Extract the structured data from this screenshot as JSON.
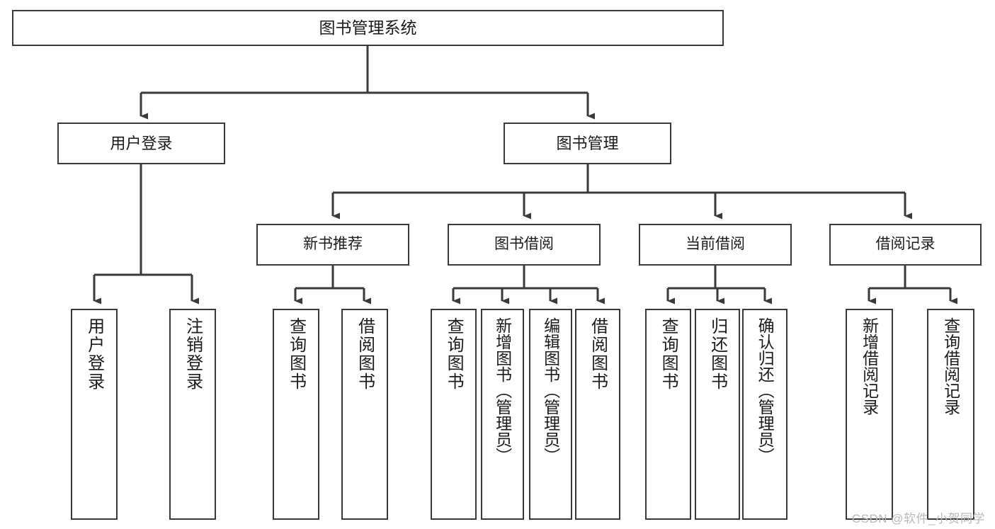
{
  "diagram": {
    "type": "tree-hierarchy",
    "title": "图书管理系统",
    "root": {
      "label": "图书管理系统"
    },
    "level2": [
      {
        "label": "用户登录"
      },
      {
        "label": "图书管理"
      }
    ],
    "level3": [
      {
        "label": "新书推荐"
      },
      {
        "label": "图书借阅"
      },
      {
        "label": "当前借阅"
      },
      {
        "label": "借阅记录"
      }
    ],
    "leaves": {
      "user_login": [
        {
          "label": "用户登录"
        },
        {
          "label": "注销登录"
        }
      ],
      "new_book_recommend": [
        {
          "label": "查询图书"
        },
        {
          "label": "借阅图书"
        }
      ],
      "book_borrow": [
        {
          "label": "查询图书"
        },
        {
          "label": "新增图书（管理员）"
        },
        {
          "label": "编辑图书（管理员）"
        },
        {
          "label": "借阅图书"
        }
      ],
      "current_borrow": [
        {
          "label": "查询图书"
        },
        {
          "label": "归还图书"
        },
        {
          "label": "确认归还（管理员）"
        }
      ],
      "borrow_record": [
        {
          "label": "新增借阅记录"
        },
        {
          "label": "查询借阅记录"
        }
      ]
    }
  },
  "watermark": {
    "text": "CSDN @软件_小贺同学"
  },
  "colors": {
    "stroke": "#3a3a3a",
    "fill": "#ffffff",
    "text": "#1b1b1b",
    "watermark": "#b9b9b9"
  }
}
